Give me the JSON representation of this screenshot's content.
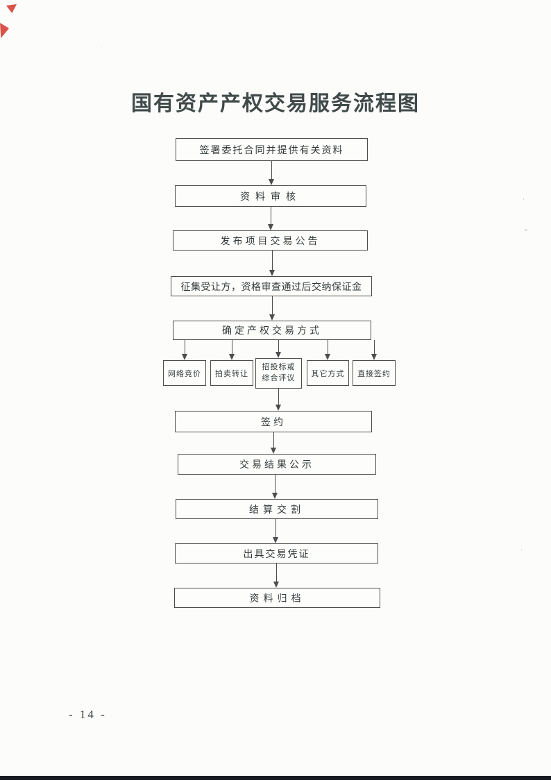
{
  "page": {
    "title": "国有资产产权交易服务流程图",
    "page_number": "- 14 -"
  },
  "flow": {
    "steps": [
      {
        "label": "签署委托合同并提供有关资料"
      },
      {
        "label": "资料审核"
      },
      {
        "label": "发布项目交易公告"
      },
      {
        "label": "征集受让方，资格审查通过后交纳保证金"
      },
      {
        "label": "确定产权交易方式"
      },
      {
        "label": "签约"
      },
      {
        "label": "交易结果公示"
      },
      {
        "label": "结算交割"
      },
      {
        "label": "出具交易凭证"
      },
      {
        "label": "资料归档"
      }
    ],
    "branches": [
      {
        "label": "网络竞价"
      },
      {
        "label": "拍卖转让"
      },
      {
        "label": "招投标或\n综合评议"
      },
      {
        "label": "其它方式"
      },
      {
        "label": "直接签约"
      }
    ]
  },
  "colors": {
    "ink": "#333a3a",
    "title_ink": "#3f4a49",
    "line": "#4d4d4d",
    "accent_red": "#d54034",
    "footer_bar": "#171a21"
  }
}
